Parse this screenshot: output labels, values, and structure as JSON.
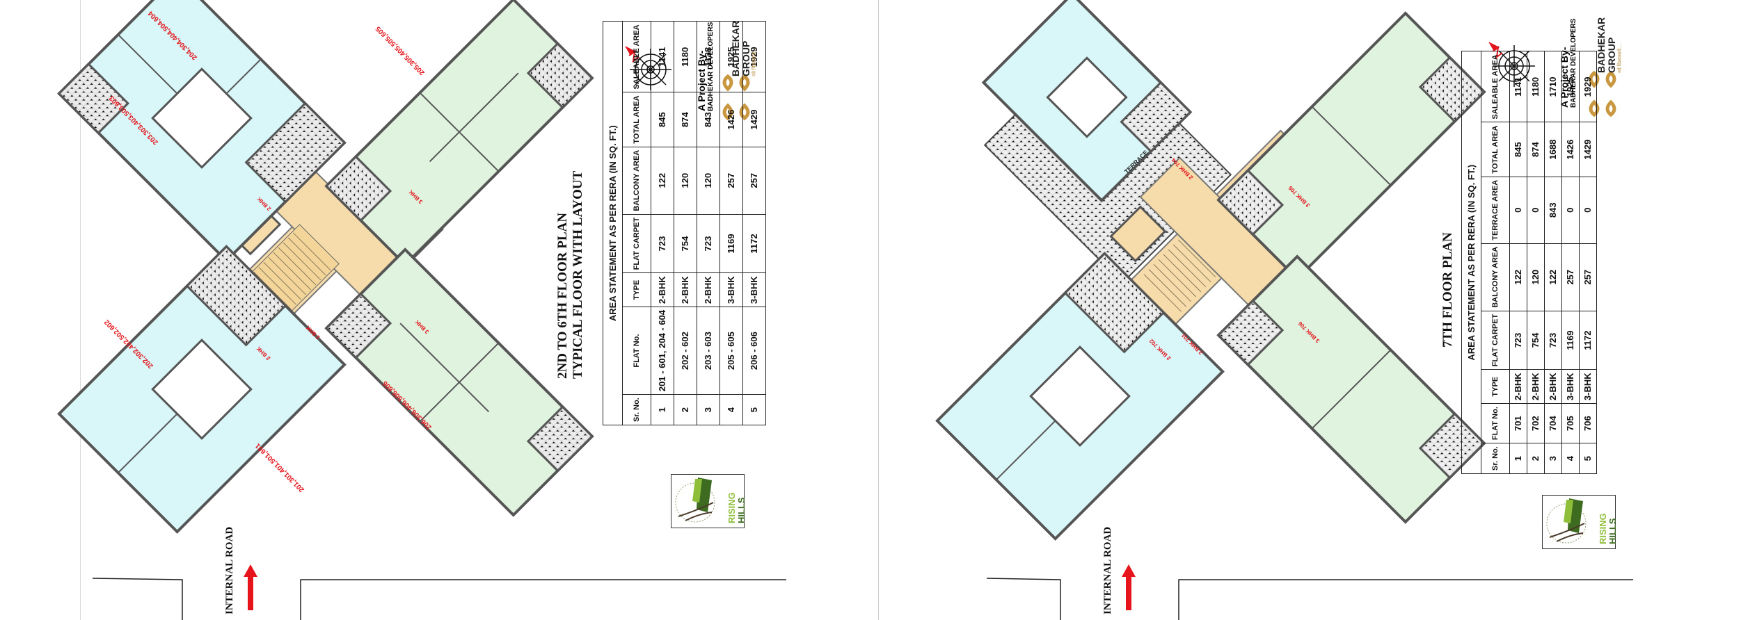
{
  "pages": [
    {
      "id": "left",
      "title_line1": "2ND TO 6TH FLOOR PLAN",
      "title_line2": "TYPICAL FLOOR WITH LAYOUT",
      "flat_labels": [
        "204,304,404,504,604",
        "203,303,403,503,603",
        "205,305,405,505,605",
        "202,302,402,502,602",
        "201,301,401,501,601",
        "206,306,406,506,606"
      ],
      "unit_tags": [
        "2 BHK",
        "2 BHK",
        "3 BHK",
        "2 BHK",
        "3 BHK"
      ],
      "road_label": "INTERNAL ROAD",
      "north_label": "N",
      "project_by": "A Project By-",
      "developer": "BADHEKAR DEVELOPERS",
      "brand_line1": "BADHEKAR",
      "brand_line2": "GROUP",
      "brand_tagline": "नवे विश्वासाचे....",
      "logo_line1": "RISING",
      "logo_line2": "HILLS",
      "table": {
        "caption": "AREA STATEMENT  AS PER RERA (IN SQ. FT.)",
        "headers": [
          "Sr. No.",
          "FLAT No.",
          "TYPE",
          "FLAT CARPET",
          "BALCONY AREA",
          "TOTAL AREA",
          "SALEABLE AREA"
        ],
        "rows": [
          [
            "1",
            "201 - 601, 204 - 604",
            "2-BHK",
            "723",
            "122",
            "845",
            "1141"
          ],
          [
            "2",
            "202 - 602",
            "2-BHK",
            "754",
            "120",
            "874",
            "1180"
          ],
          [
            "3",
            "203 - 603",
            "2-BHK",
            "723",
            "120",
            "843",
            "1138"
          ],
          [
            "4",
            "205 - 605",
            "3-BHK",
            "1169",
            "257",
            "1426",
            "1925"
          ],
          [
            "5",
            "206 - 606",
            "3-BHK",
            "1172",
            "257",
            "1429",
            "1929"
          ]
        ]
      }
    },
    {
      "id": "right",
      "title_line1": "7TH FLOOR PLAN",
      "flat_labels": [
        "701",
        "702",
        "704",
        "705",
        "706"
      ],
      "unit_tags": [
        "2 BHK 701",
        "2 BHK 702",
        "2 BHK 704",
        "3 BHK 705",
        "3 BHK 706"
      ],
      "terrace_label": "TERRACE",
      "road_label": "INTERNAL ROAD",
      "north_label": "N",
      "project_by": "A Project By-",
      "developer": "BADHEKAR DEVELOPERS",
      "brand_line1": "BADHEKAR",
      "brand_line2": "GROUP",
      "brand_tagline": "नवे विश्वासाचे....",
      "logo_line1": "RISING",
      "logo_line2": "HILLS",
      "table": {
        "caption": "AREA STATEMENT  AS PER RERA (IN SQ. FT.)",
        "headers": [
          "Sr. No.",
          "FLAT No.",
          "TYPE",
          "FLAT CARPET",
          "BALCONY AREA",
          "TERRACE AREA",
          "TOTAL AREA",
          "SALEABLE AREA"
        ],
        "rows": [
          [
            "1",
            "701",
            "2-BHK",
            "723",
            "122",
            "0",
            "845",
            "1141"
          ],
          [
            "2",
            "702",
            "2-BHK",
            "754",
            "120",
            "0",
            "874",
            "1180"
          ],
          [
            "3",
            "704",
            "2-BHK",
            "723",
            "122",
            "843",
            "1688",
            "1710"
          ],
          [
            "4",
            "705",
            "3-BHK",
            "1169",
            "257",
            "0",
            "1426",
            "1925"
          ],
          [
            "5",
            "706",
            "3-BHK",
            "1172",
            "257",
            "0",
            "1429",
            "1929"
          ]
        ]
      }
    }
  ],
  "colors": {
    "flat_2bhk": "#d9f7f9",
    "flat_3bhk": "#dff3df",
    "core": "#f6dcaa",
    "balcony": "#e6e6e6",
    "wall": "#555555",
    "accent_red": "#e3141b",
    "brand_gold": "#c9973f",
    "logo_green": "#6c9a2c"
  }
}
